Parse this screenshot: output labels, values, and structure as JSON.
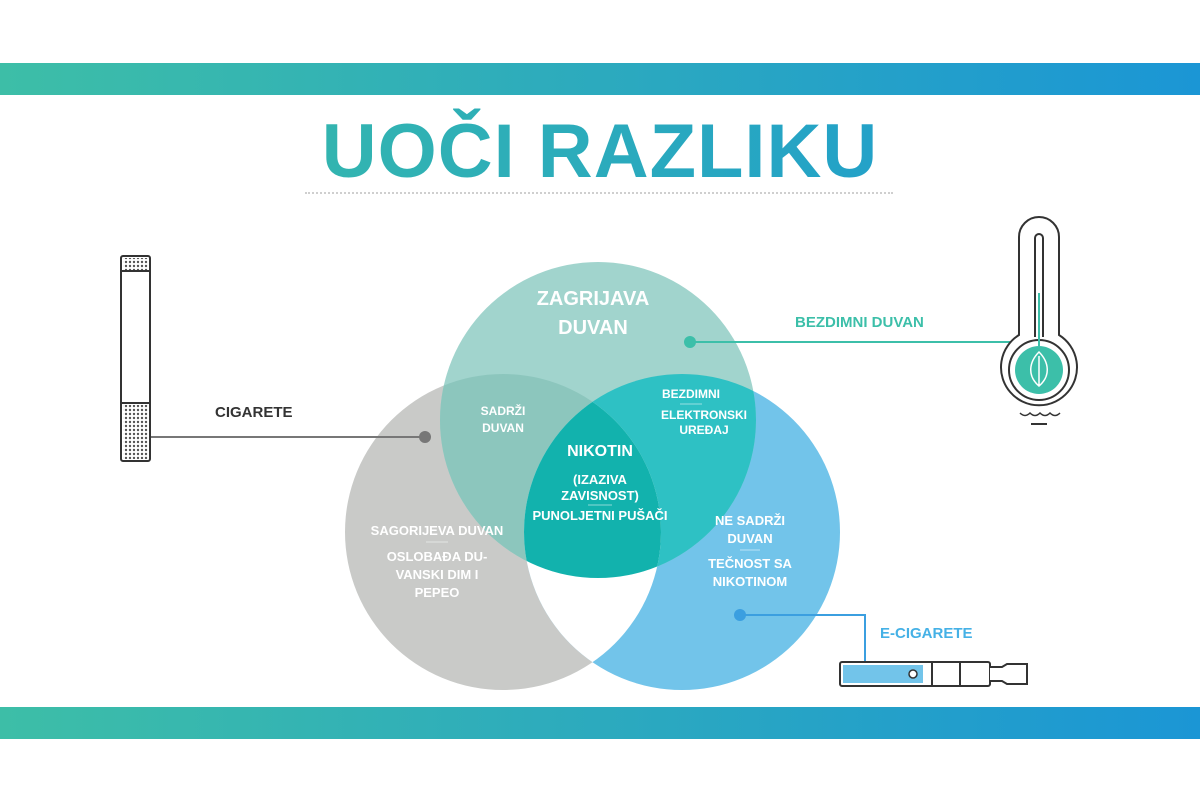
{
  "title": "UOČI RAZLIKU",
  "labels": {
    "cigarete": "CIGARETE",
    "bezdimni_duvan": "BEZDIMNI DUVAN",
    "e_cigarete": "E-CIGARETE"
  },
  "regions": {
    "top": [
      "ZAGRIJAVA",
      "DUVAN"
    ],
    "top_left": [
      "SADRŽI",
      "DUVAN"
    ],
    "top_right": [
      "BEZDIMNI",
      "ELEKTRONSKI",
      "UREĐAJ"
    ],
    "center": [
      "NIKOTIN",
      "(IZAZIVA",
      "ZAVISNOST)",
      "PUNOLJETNI PUŠAČI"
    ],
    "left": [
      "SAGORIJEVA DUVAN",
      "OSLOBAĐA DU-",
      "VANSKI DIM I",
      "PEPEO"
    ],
    "right": [
      "NE SADRŽI",
      "DUVAN",
      "TEČNOST SA",
      "NIKOTINOM"
    ]
  },
  "colors": {
    "teal": "#3cbfa9",
    "blue": "#1a96d6",
    "top_circle": "#a1d4cd",
    "gray_circle": "#c9cac8",
    "blue_circle": "#72c4ea"
  }
}
